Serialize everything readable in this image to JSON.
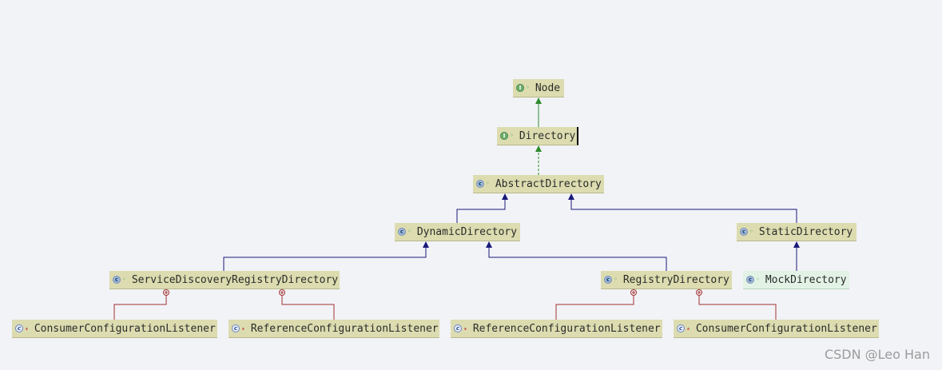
{
  "diagram": {
    "nodes": [
      {
        "id": "node",
        "label": "Node",
        "kind": "interface",
        "visibility": "public",
        "selected": false,
        "variant": "default"
      },
      {
        "id": "directory",
        "label": "Directory",
        "kind": "interface",
        "visibility": "public",
        "selected": true,
        "variant": "default"
      },
      {
        "id": "abstract-directory",
        "label": "AbstractDirectory",
        "kind": "abstract-class",
        "visibility": "public",
        "selected": false,
        "variant": "default"
      },
      {
        "id": "dynamic-directory",
        "label": "DynamicDirectory",
        "kind": "class",
        "visibility": "public",
        "selected": false,
        "variant": "default"
      },
      {
        "id": "static-directory",
        "label": "StaticDirectory",
        "kind": "class",
        "visibility": "public",
        "selected": false,
        "variant": "default"
      },
      {
        "id": "service-discovery-registry-directory",
        "label": "ServiceDiscoveryRegistryDirectory",
        "kind": "class",
        "visibility": "public",
        "selected": false,
        "variant": "default"
      },
      {
        "id": "registry-directory",
        "label": "RegistryDirectory",
        "kind": "class",
        "visibility": "public",
        "selected": false,
        "variant": "default"
      },
      {
        "id": "mock-directory",
        "label": "MockDirectory",
        "kind": "class",
        "visibility": "public",
        "selected": false,
        "variant": "test"
      },
      {
        "id": "consumer-listener-1",
        "label": "ConsumerConfigurationListener",
        "kind": "inner-class",
        "visibility": "private",
        "selected": false,
        "variant": "default"
      },
      {
        "id": "reference-listener-1",
        "label": "ReferenceConfigurationListener",
        "kind": "inner-class",
        "visibility": "private",
        "selected": false,
        "variant": "default"
      },
      {
        "id": "reference-listener-2",
        "label": "ReferenceConfigurationListener",
        "kind": "inner-class",
        "visibility": "private",
        "selected": false,
        "variant": "default"
      },
      {
        "id": "consumer-listener-2",
        "label": "ConsumerConfigurationListener",
        "kind": "inner-class",
        "visibility": "private",
        "selected": false,
        "variant": "default"
      }
    ],
    "edges": [
      {
        "from": "directory",
        "to": "node",
        "type": "extends-interface"
      },
      {
        "from": "abstract-directory",
        "to": "directory",
        "type": "implements"
      },
      {
        "from": "dynamic-directory",
        "to": "abstract-directory",
        "type": "extends"
      },
      {
        "from": "static-directory",
        "to": "abstract-directory",
        "type": "extends"
      },
      {
        "from": "service-discovery-registry-directory",
        "to": "dynamic-directory",
        "type": "extends"
      },
      {
        "from": "registry-directory",
        "to": "dynamic-directory",
        "type": "extends"
      },
      {
        "from": "mock-directory",
        "to": "static-directory",
        "type": "extends"
      },
      {
        "from": "consumer-listener-1",
        "to": "service-discovery-registry-directory",
        "type": "inner"
      },
      {
        "from": "reference-listener-1",
        "to": "service-discovery-registry-directory",
        "type": "inner"
      },
      {
        "from": "reference-listener-2",
        "to": "registry-directory",
        "type": "inner"
      },
      {
        "from": "consumer-listener-2",
        "to": "registry-directory",
        "type": "inner"
      }
    ],
    "colors": {
      "interface_edge": "#2e8b2e",
      "extends_edge": "#1a1a7a",
      "inner_edge": "#a03030"
    },
    "icons": {
      "interface": "interface-icon",
      "abstract-class": "abstract-class-icon",
      "class": "class-icon",
      "inner-class": "inner-class-icon"
    }
  },
  "watermark": "CSDN @Leo Han"
}
